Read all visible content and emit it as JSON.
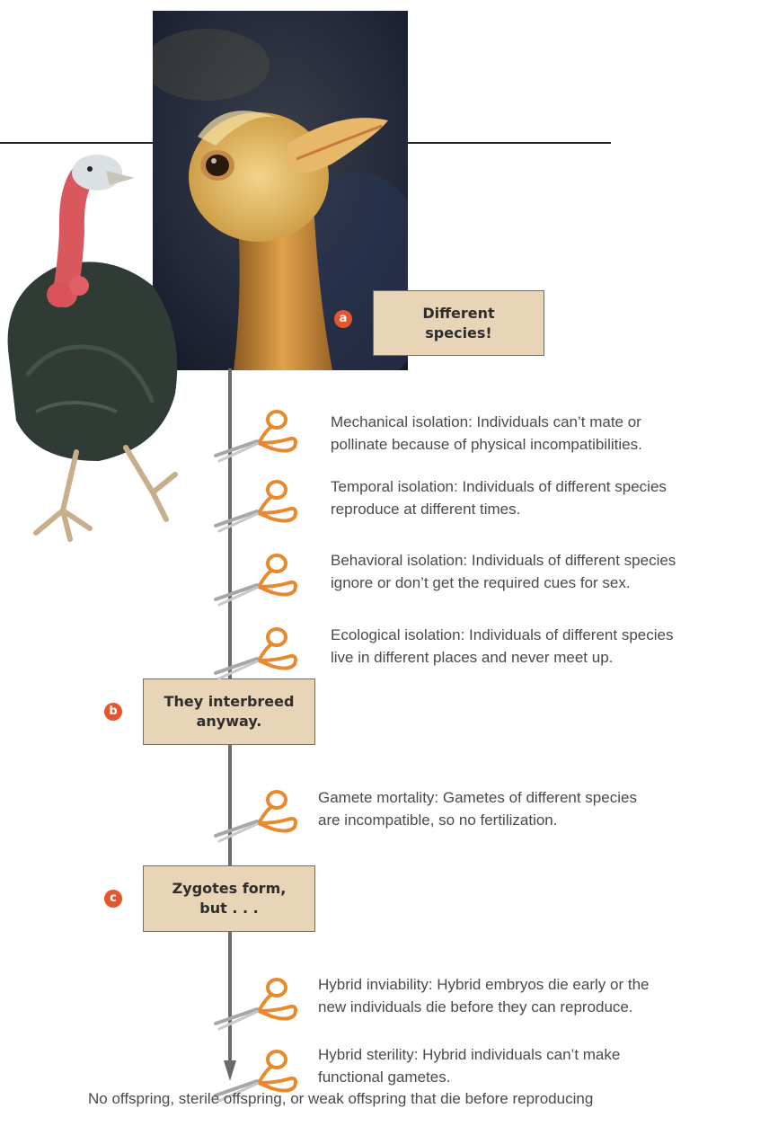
{
  "boxes": {
    "a": {
      "badge": "a",
      "label": "Different\nspecies!"
    },
    "b": {
      "badge": "b",
      "label": "They interbreed\nanyway."
    },
    "c": {
      "badge": "c",
      "label": "Zygotes form,\nbut . . ."
    }
  },
  "barriers": [
    {
      "line1": "Mechanical isolation: Individuals can’t mate or",
      "line2": "pollinate because of physical incompatibilities."
    },
    {
      "line1": "Temporal isolation: Individuals of different species",
      "line2": "reproduce at different times."
    },
    {
      "line1": "Behavioral isolation: Individuals of different species",
      "line2": "ignore or don’t get the required cues for sex."
    },
    {
      "line1": "Ecological isolation: Individuals of different species",
      "line2": "live in different places and never meet up."
    },
    {
      "line1": "Gamete mortality: Gametes of different species",
      "line2": "are incompatible, so no fertilization."
    },
    {
      "line1": "Hybrid inviability: Hybrid embryos die early or the",
      "line2": "new individuals die before they can reproduce."
    },
    {
      "line1": "Hybrid sterility: Hybrid individuals can’t make",
      "line2": "functional gametes."
    }
  ],
  "outcome": "No offspring, sterile offspring, or weak offspring that die before reproducing",
  "colors": {
    "box_fill": "#e8d4b6",
    "badge": "#e4572e",
    "scissors_handle": "#e8892e",
    "arrow": "#6b6b6b"
  }
}
